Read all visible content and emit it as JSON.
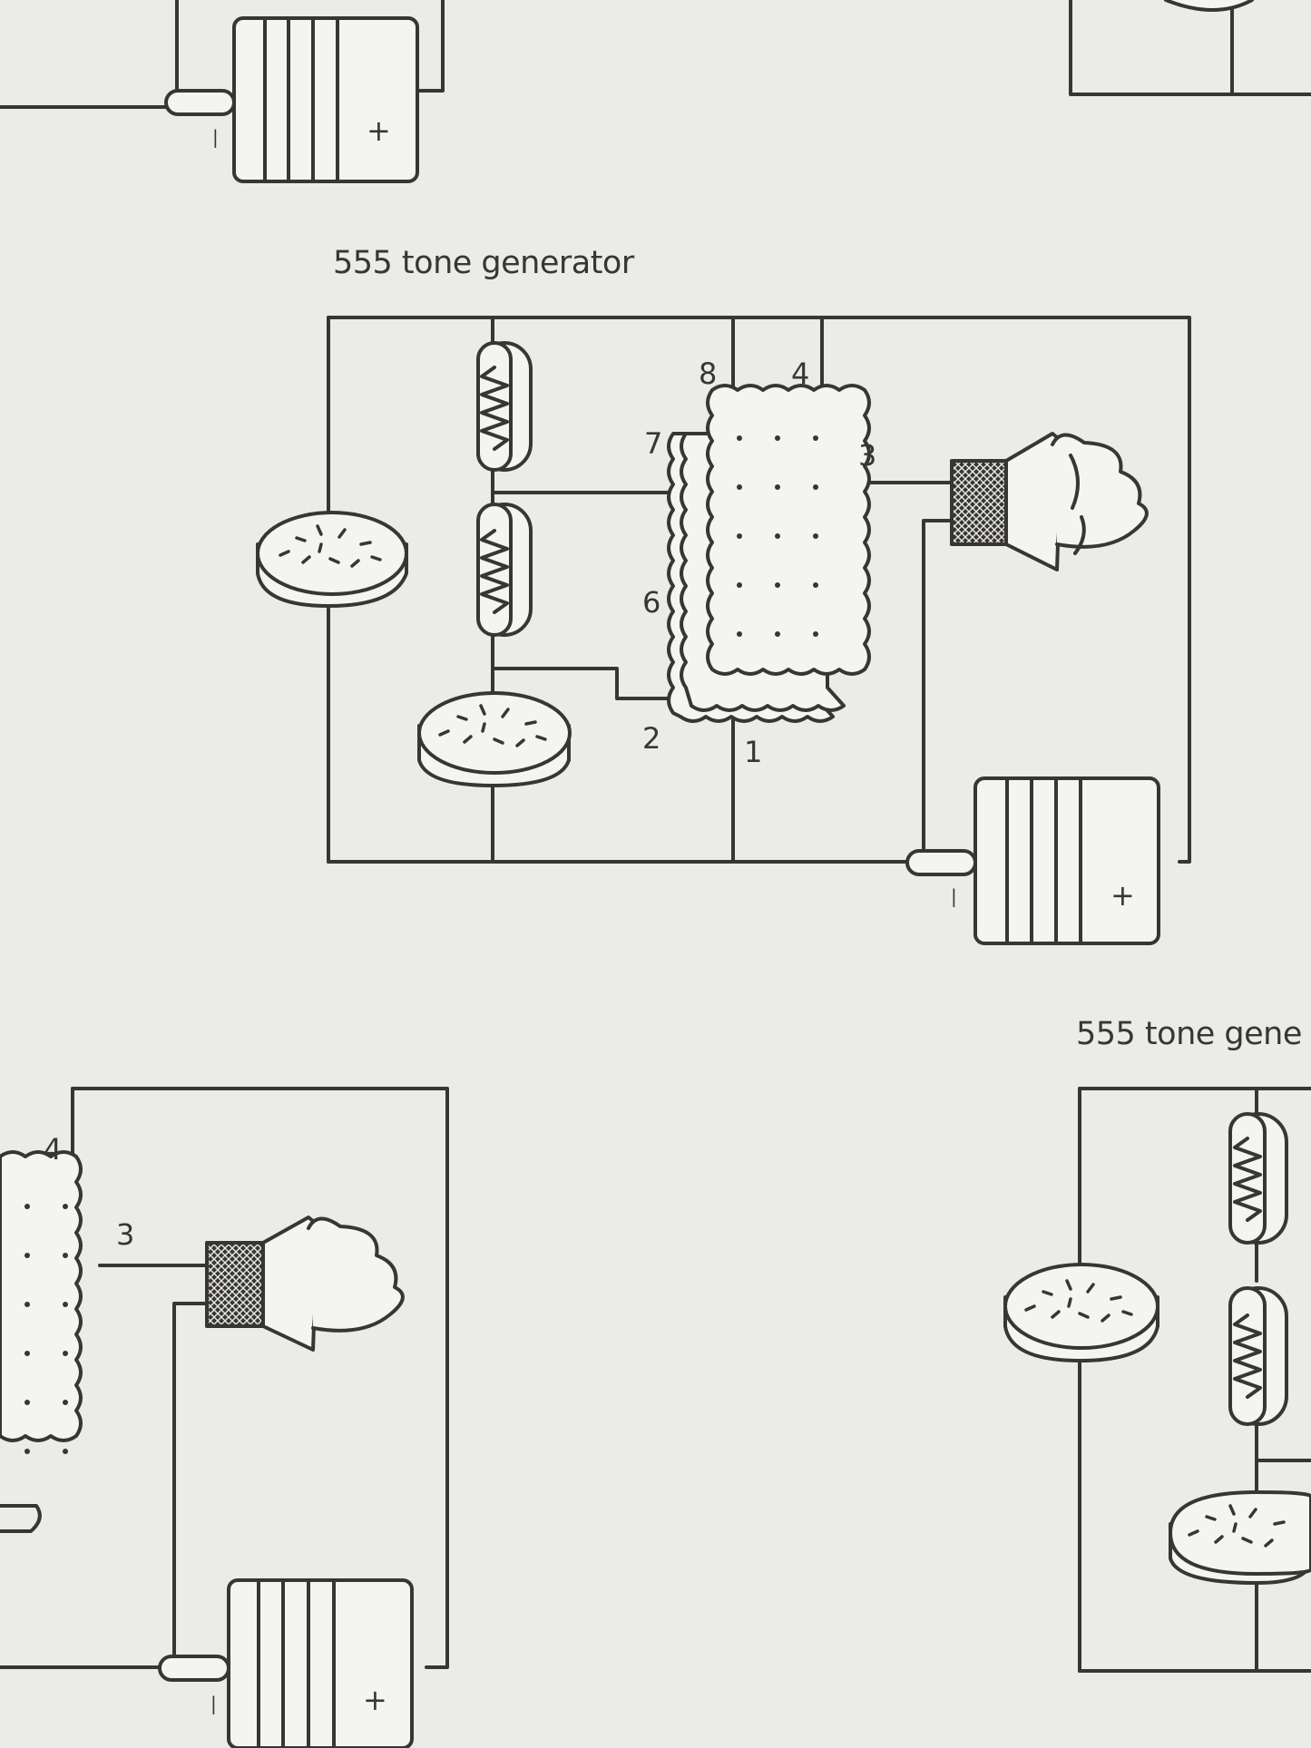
{
  "titles": {
    "main": "555 tone generator",
    "partial": "555 tone gene"
  },
  "pins": {
    "p1": "1",
    "p2": "2",
    "p3": "3",
    "p4": "4",
    "p6": "6",
    "p7": "7",
    "p8": "8"
  },
  "battery": {
    "minus": "|",
    "plus": "+"
  },
  "colors": {
    "paper": "#ebebe8",
    "ink": "#383634",
    "fill": "#f4f4f1"
  }
}
